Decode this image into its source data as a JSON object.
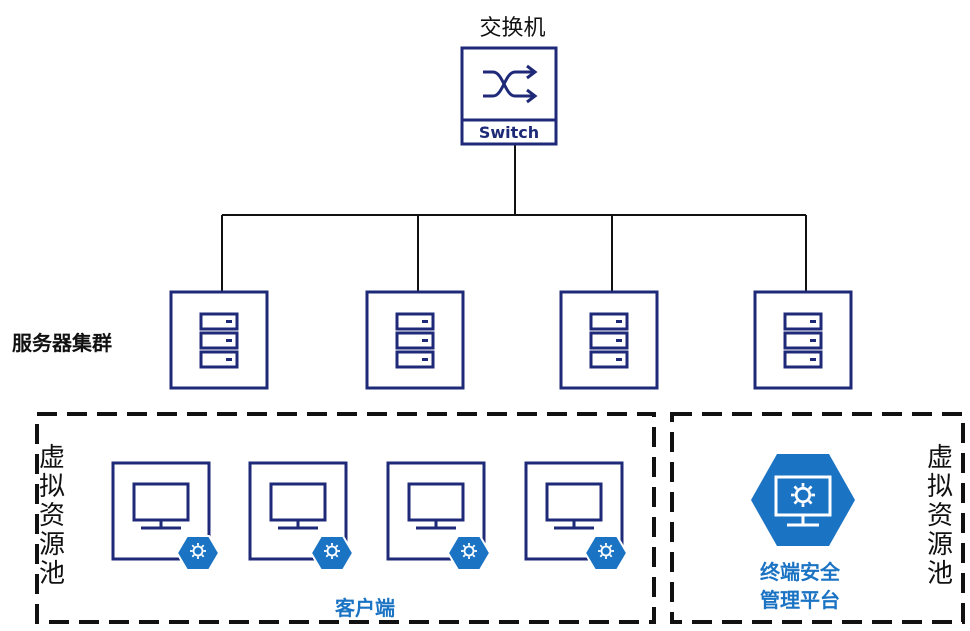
{
  "switch": {
    "title": "交换机",
    "device_label": "Switch"
  },
  "servers": {
    "label": "服务器集群",
    "count": 4
  },
  "pool_left": {
    "label": [
      "虚",
      "拟",
      "资",
      "源",
      "池"
    ]
  },
  "pool_right": {
    "label": [
      "虚",
      "拟",
      "资",
      "源",
      "池"
    ]
  },
  "clients": {
    "label": "客户端",
    "count": 4
  },
  "management": {
    "label_lines": [
      "终端安全",
      "管理平台"
    ]
  },
  "colors": {
    "navy": "#1e2a78",
    "blue": "#1b73c4",
    "line": "#111111"
  }
}
